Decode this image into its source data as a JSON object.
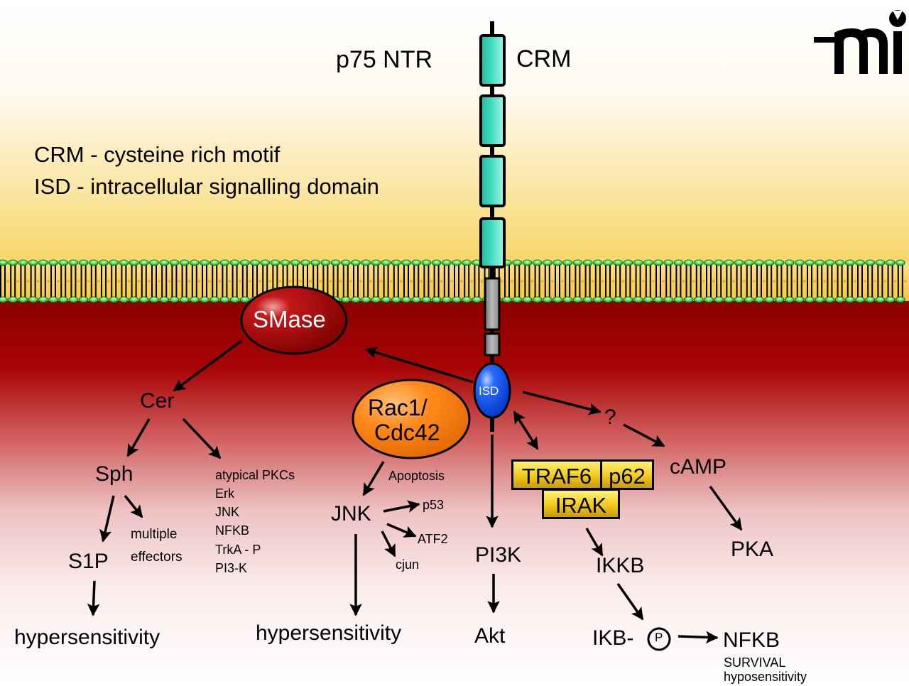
{
  "figure": {
    "receptor_label": "p75 NTR",
    "domain_label": "CRM",
    "logo": "mi",
    "legend": [
      "CRM - cysteine rich motif",
      "ISD - intracellular signalling domain"
    ],
    "colors": {
      "extracellular_top": "#ffffff",
      "extracellular_bottom": "#f7d668",
      "membrane_fill": "#f5cf4a",
      "lipid_head": "#4ee04e",
      "cytoplasm_top": "#8c0000",
      "cytoplasm_bottom": "#ffffff",
      "crm_domain": "#2fd6b8",
      "isd_domain": "#1560ff",
      "smase": "#b00000",
      "rac_cdc42": "#ff8a1a",
      "complex_box": "#f2c91a"
    }
  },
  "nodes": {
    "smase": "SMase",
    "isd": "ISD",
    "rac": [
      "Rac1/",
      "Cdc42"
    ],
    "cer": "Cer",
    "sph": "Sph",
    "multiple_effectors": [
      "multiple",
      "effectors"
    ],
    "s1p": "S1P",
    "hyper_left": "hypersensitivity",
    "cer_targets": [
      "atypical PKCs",
      "Erk",
      "JNK",
      "NFKB",
      "TrkA - P",
      "PI3-K"
    ],
    "apoptosis": "Apoptosis",
    "jnk": "JNK",
    "p53": "p53",
    "atf2": "ATF2",
    "cjun": "cjun",
    "hyper_mid": "hypersensitivity",
    "pi3k": "PI3K",
    "akt": "Akt",
    "traf6": "TRAF6",
    "p62": "p62",
    "irak": "IRAK",
    "question": "?",
    "camp": "cAMP",
    "pka": "PKA",
    "ikkb": "IKKB",
    "ikb": "IKB-",
    "phospho": "P",
    "nfkb": "NFKB",
    "survival": "SURVIVAL",
    "hyposensitivity": "hyposensitivity"
  }
}
